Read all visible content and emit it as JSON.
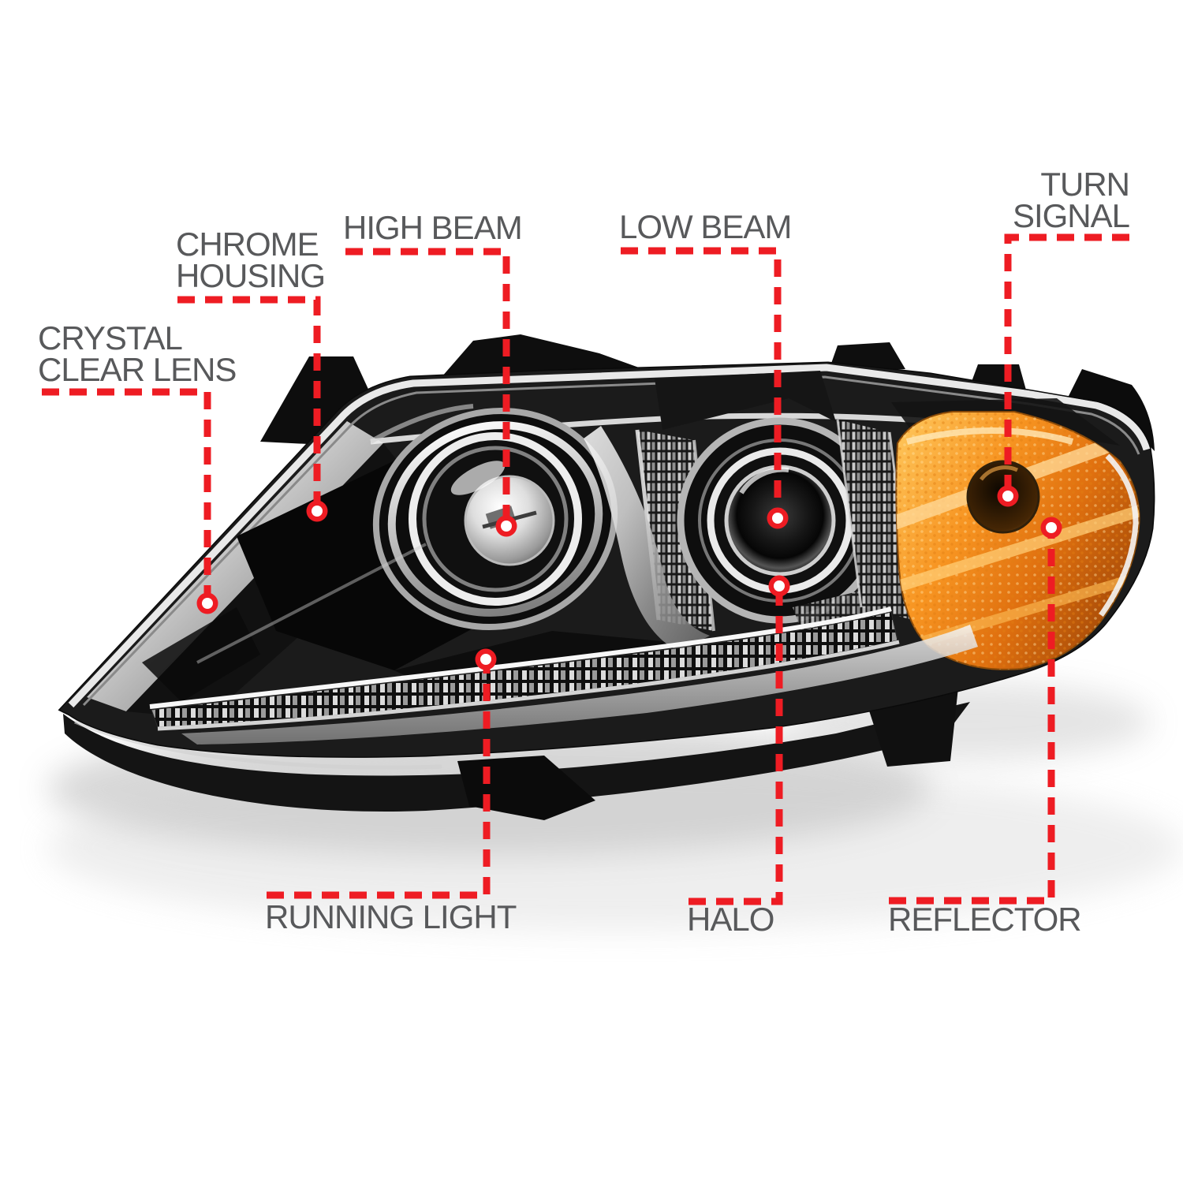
{
  "annotation": {
    "accent_color": "#ee1c23",
    "label_color": "#58595b",
    "labels": {
      "crystal_clear_lens": {
        "line1": "CRYSTAL",
        "line2": "CLEAR LENS"
      },
      "chrome_housing": {
        "line1": "CHROME",
        "line2": "HOUSING"
      },
      "high_beam": {
        "line1": "HIGH BEAM"
      },
      "low_beam": {
        "line1": "LOW BEAM"
      },
      "turn_signal": {
        "line1": "TURN",
        "line2": "SIGNAL"
      },
      "running_light": {
        "line1": "RUNNING LIGHT"
      },
      "halo": {
        "line1": "HALO"
      },
      "reflector": {
        "line1": "REFLECTOR"
      }
    }
  },
  "illustration": {
    "subject": "chrome projector headlight with dual halo rings, LED running light strip and amber turn signal",
    "amber_color": "#f79421",
    "chrome_color": "#d9d9d9",
    "background_color": "#ffffff"
  }
}
